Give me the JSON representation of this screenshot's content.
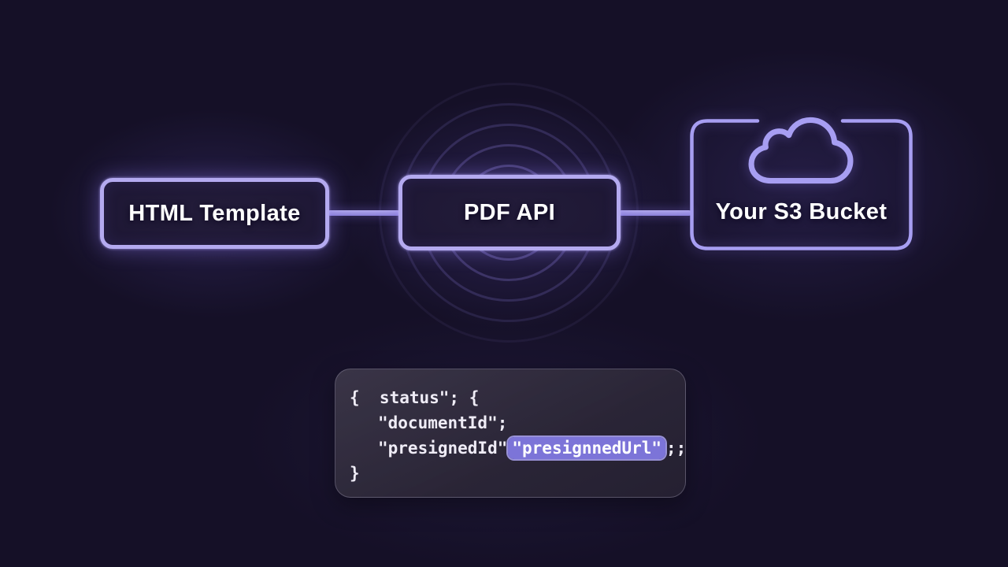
{
  "diagram": {
    "nodes": [
      {
        "id": "html-template",
        "label": "HTML Template"
      },
      {
        "id": "pdf-api",
        "label": "PDF API"
      },
      {
        "id": "s3-bucket",
        "label": "Your S3 Bucket",
        "icon": "cloud-icon"
      }
    ],
    "connectors": [
      {
        "from": "html-template",
        "to": "pdf-api"
      },
      {
        "from": "pdf-api",
        "to": "s3-bucket"
      }
    ]
  },
  "code": {
    "line1": "{  status\"; {",
    "line2": "\"documentId\";",
    "line3_pre": "\"presignedId\"",
    "line3_highlight": "\"presignnedUrl\"",
    "line3_post": ";;",
    "line4": "}"
  },
  "colors": {
    "background": "#151027",
    "node_border": "#b4aaf0",
    "node_text": "#ffffff",
    "connector": "#9a90e2",
    "code_panel_bg": "#2e2a38",
    "highlight_bg": "#7c74d8",
    "ripple": "#9789eb"
  }
}
